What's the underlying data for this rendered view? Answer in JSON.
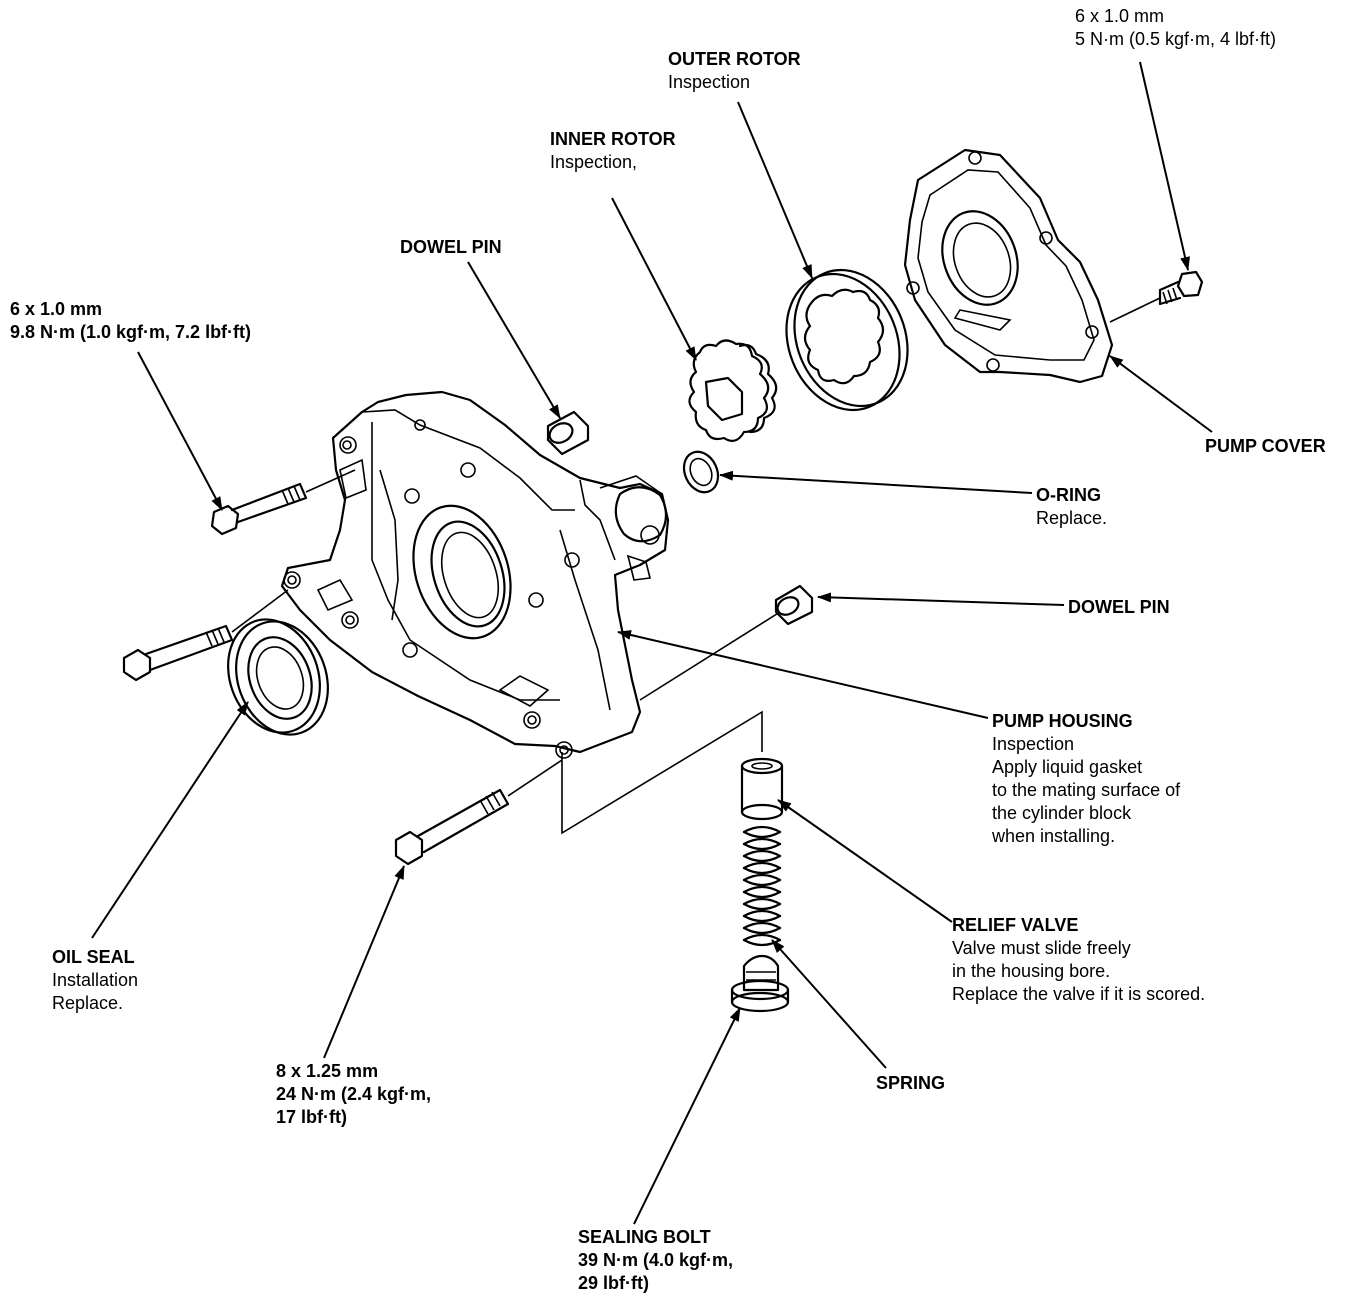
{
  "labels": {
    "cover_bolt": {
      "lines": [
        "6 x 1.0 mm",
        "5 N·m (0.5 kgf·m, 4 lbf·ft)"
      ]
    },
    "outer_rotor": {
      "title": "OUTER ROTOR",
      "lines": [
        "Inspection"
      ]
    },
    "inner_rotor": {
      "title": "INNER ROTOR",
      "lines": [
        "Inspection,"
      ]
    },
    "dowel_pin_top": {
      "title": "DOWEL PIN",
      "lines": []
    },
    "housing_bolt_upper": {
      "lines": [
        "6 x 1.0 mm",
        "9.8 N·m (1.0 kgf·m, 7.2 lbf·ft)"
      ]
    },
    "pump_cover": {
      "title": "PUMP COVER",
      "lines": []
    },
    "o_ring": {
      "title": "O-RING",
      "lines": [
        "Replace."
      ]
    },
    "dowel_pin_right": {
      "title": "DOWEL PIN",
      "lines": []
    },
    "pump_housing": {
      "title": "PUMP HOUSING",
      "lines": [
        "Inspection",
        "Apply liquid gasket",
        "to the mating surface of",
        "the cylinder block",
        "when installing."
      ]
    },
    "relief_valve": {
      "title": "RELIEF VALVE",
      "lines": [
        "Valve must slide freely",
        "in the housing bore.",
        "Replace the valve if it is scored."
      ]
    },
    "oil_seal": {
      "title": "OIL SEAL",
      "lines": [
        "Installation",
        "Replace."
      ]
    },
    "housing_bolt_lower": {
      "lines": [
        "8 x 1.25 mm",
        "24 N·m (2.4 kgf·m,",
        "17 lbf·ft)"
      ]
    },
    "spring": {
      "title": "SPRING",
      "lines": []
    },
    "sealing_bolt": {
      "title": "SEALING BOLT",
      "lines": [
        "39 N·m (4.0 kgf·m,",
        "29 lbf·ft)"
      ]
    }
  }
}
